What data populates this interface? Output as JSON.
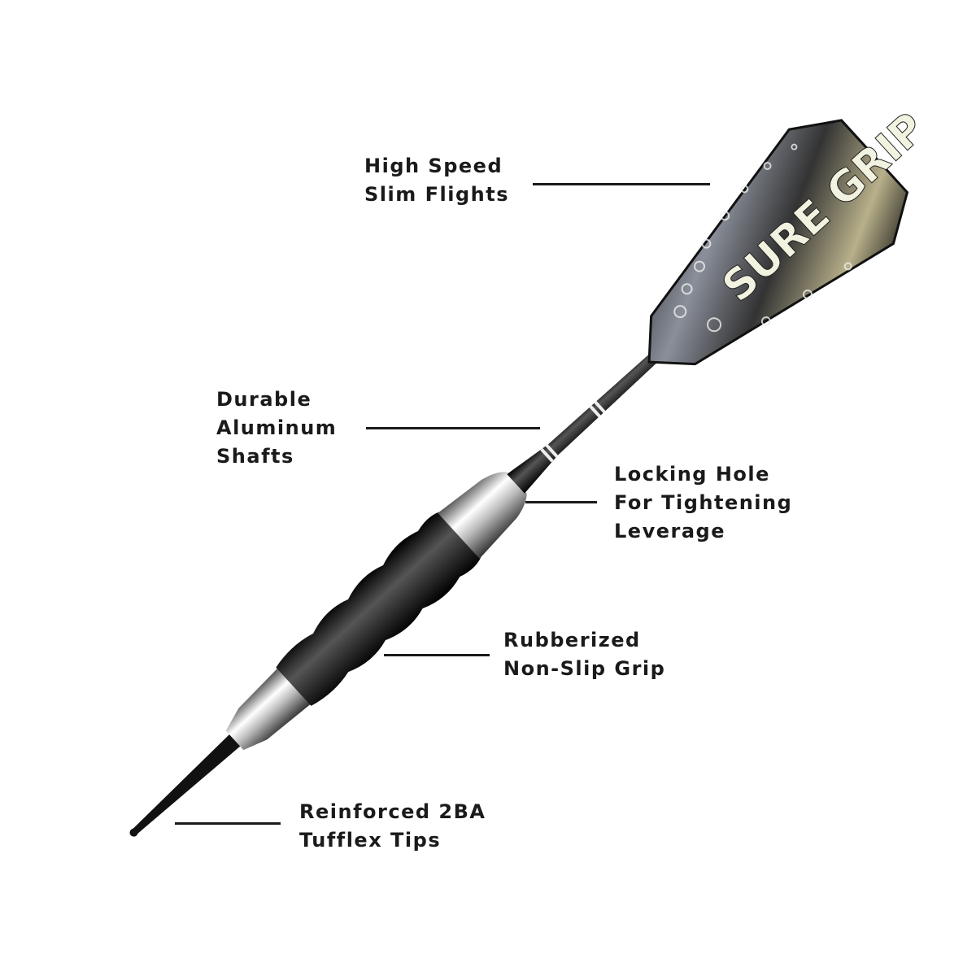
{
  "callouts": [
    {
      "id": "flights",
      "lines": [
        "High Speed",
        "Slim Flights"
      ]
    },
    {
      "id": "shafts",
      "lines": [
        "Durable",
        "Aluminum",
        "Shafts"
      ]
    },
    {
      "id": "locking-hole",
      "lines": [
        "Locking Hole",
        "For Tightening",
        "Leverage"
      ]
    },
    {
      "id": "grip",
      "lines": [
        "Rubberized",
        "Non-Slip Grip"
      ]
    },
    {
      "id": "tips",
      "lines": [
        "Reinforced 2BA",
        "Tufflex Tips"
      ]
    }
  ],
  "flight_print": "SURE GRIP",
  "colors": {
    "text": "#1a1a1a",
    "dart_black": "#111111",
    "silver": "#d8d8d8"
  }
}
